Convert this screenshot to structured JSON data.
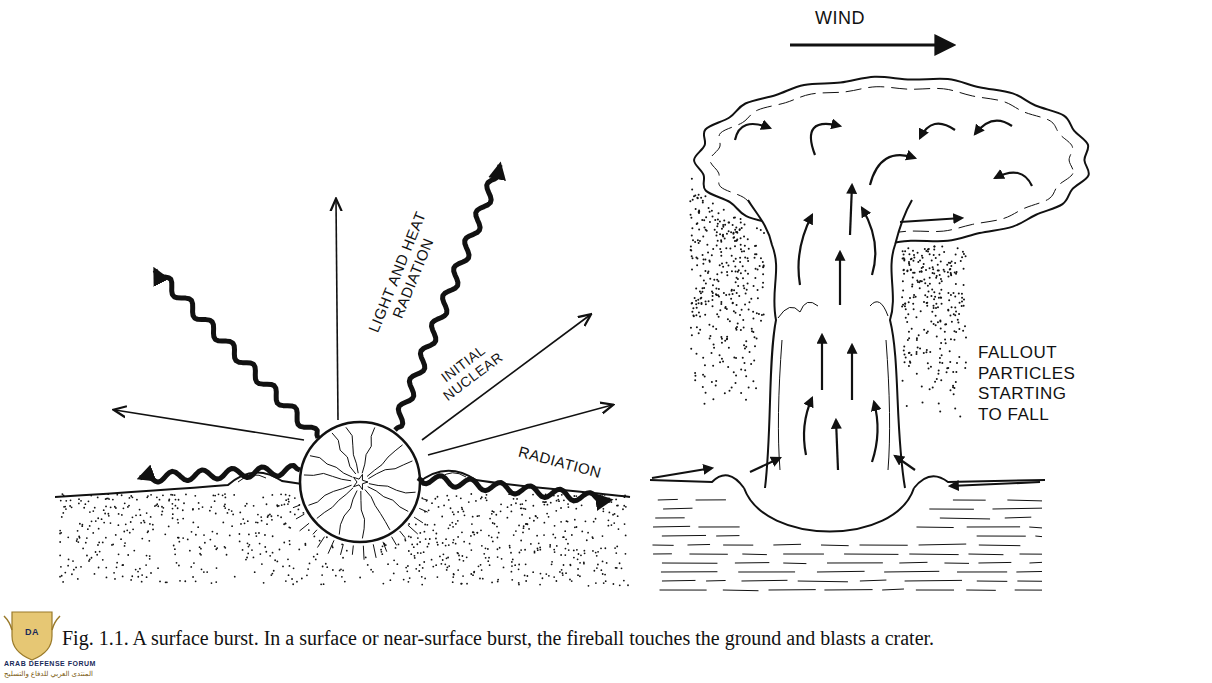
{
  "diagram": {
    "caption": "Fig. 1.1. A surface burst. In a surface or near-surface burst, the fireball touches the ground and blasts a crater.",
    "labels": [
      "LIGHT AND HEAT RADIATION",
      "INITIAL NUCLEAR",
      "RADIATION",
      "WIND",
      "FALLOUT PARTICLES STARTING TO FALL",
      "DA",
      "ARAB DEFENSE FORUM",
      "المنتدى العربي للدفاع والتسليح"
    ]
  }
}
